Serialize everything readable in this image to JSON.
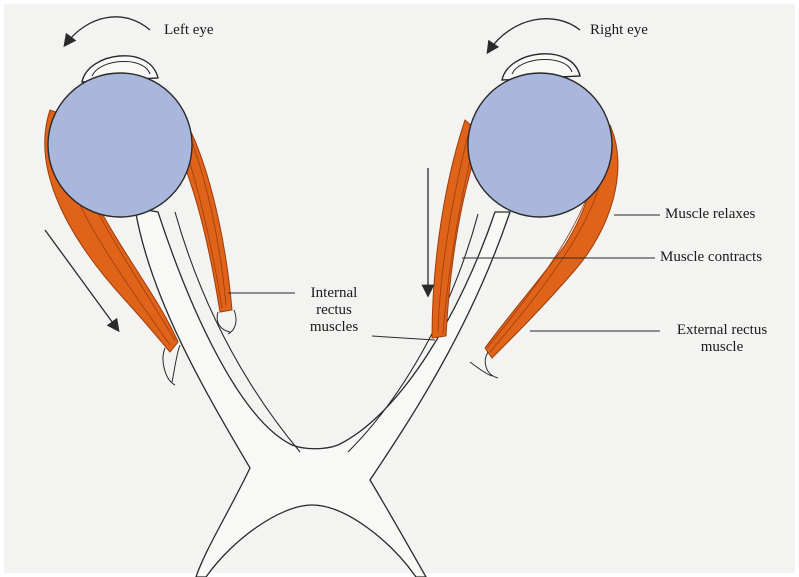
{
  "labels": {
    "left_eye": "Left eye",
    "right_eye": "Right eye",
    "internal_rectus_line1": "Internal",
    "internal_rectus_line2": "rectus",
    "internal_rectus_line3": "muscles",
    "muscle_relaxes": "Muscle relaxes",
    "muscle_contracts": "Muscle contracts",
    "external_rectus_line1": "External rectus",
    "external_rectus_line2": "muscle"
  },
  "colors": {
    "background": "#f3f3f1",
    "eyeball": "#a9b7dd",
    "muscle": "#e0631a",
    "muscle_stripe": "#9e3d0c",
    "outline": "#2a2a2a"
  }
}
